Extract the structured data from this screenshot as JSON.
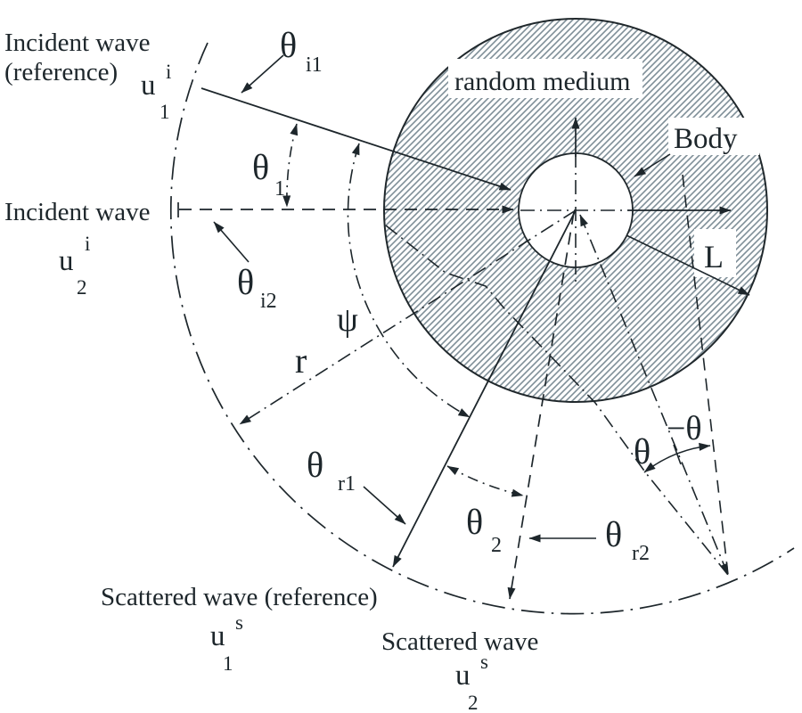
{
  "figure": {
    "type": "scattering-geometry-diagram",
    "colors": {
      "line": "#1d262b",
      "text": "#1d262b",
      "hatch_stroke": "#7f8f98",
      "background": "#ffffff"
    }
  },
  "labels": {
    "incident_wave_ref_line1": "Incident wave",
    "incident_wave_ref_line2": "(reference)",
    "u1i": {
      "base": "u",
      "sup": "i",
      "sub": "1"
    },
    "incident_wave_2": "Incident wave",
    "u2i": {
      "base": "u",
      "sup": "i",
      "sub": "2"
    },
    "theta_i1": {
      "base": "θ",
      "sub": "i1"
    },
    "theta_1": {
      "base": "θ",
      "sub": "1"
    },
    "theta_i2": {
      "base": "θ",
      "sub": "i2"
    },
    "psi": "ψ",
    "r": "r",
    "theta_r1": {
      "base": "θ",
      "sub": "r1"
    },
    "theta_2": {
      "base": "θ",
      "sub": "2"
    },
    "theta_r2": {
      "base": "θ",
      "sub": "r2"
    },
    "theta_obs": "θ",
    "minus_theta": "−θ",
    "L": "L",
    "random_medium": "random medium",
    "body": "Body",
    "scattered_wave_ref": "Scattered wave (reference)",
    "u1s": {
      "base": "u",
      "sup": "s",
      "sub": "1"
    },
    "scattered_wave_2": "Scattered wave",
    "u2s": {
      "base": "u",
      "sup": "s",
      "sub": "2"
    }
  }
}
